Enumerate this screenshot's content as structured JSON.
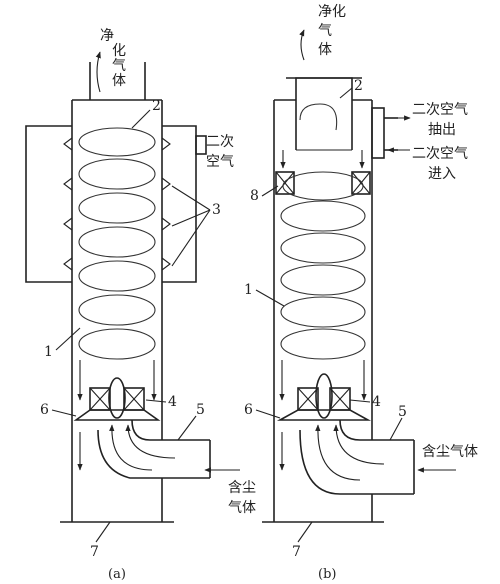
{
  "diagram": {
    "panel_a": {
      "caption": "(a)",
      "outlet_label_line1": "净",
      "outlet_label_line2": "化",
      "outlet_label_line3": "气",
      "outlet_label_line4": "体",
      "secondary_air_label_line1": "二次",
      "secondary_air_label_line2": "空气",
      "inlet_label_line1": "含尘",
      "inlet_label_line2": "气体",
      "part_numbers": [
        "1",
        "2",
        "3",
        "4",
        "5",
        "6",
        "7"
      ]
    },
    "panel_b": {
      "caption": "(b)",
      "outlet_label_line1": "净化",
      "outlet_label_line2": "气",
      "outlet_label_line3": "体",
      "secondary_air_out_line1": "二次空气",
      "secondary_air_out_line2": "抽出",
      "secondary_air_in_line1": "二次空气",
      "secondary_air_in_line2": "进入",
      "inlet_label": "含尘气体",
      "part_numbers": [
        "1",
        "2",
        "4",
        "5",
        "6",
        "7",
        "8"
      ]
    },
    "colors": {
      "ink": "#222222",
      "paper": "#ffffff"
    }
  }
}
